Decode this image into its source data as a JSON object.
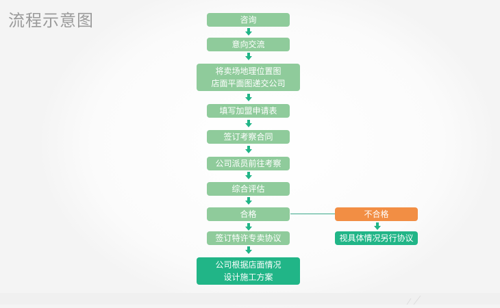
{
  "title": "流程示意图",
  "steps": [
    "咨询",
    "意向交流",
    "将卖场地理位置图\n店面平面图递交公司",
    "填写加盟申请表",
    "签订考察合同",
    "公司派员前往考察",
    "综合评估",
    "合格",
    "签订特许专卖协议",
    "公司根据店面情况\n设计施工方案"
  ],
  "branch": {
    "fail": "不合格",
    "alternative": "视具体情况另行协议"
  },
  "colors": {
    "step_fill": "#8fcb9b",
    "final_fill": "#21b587",
    "fail_fill": "#f28e44",
    "arrow": "#21b587"
  }
}
